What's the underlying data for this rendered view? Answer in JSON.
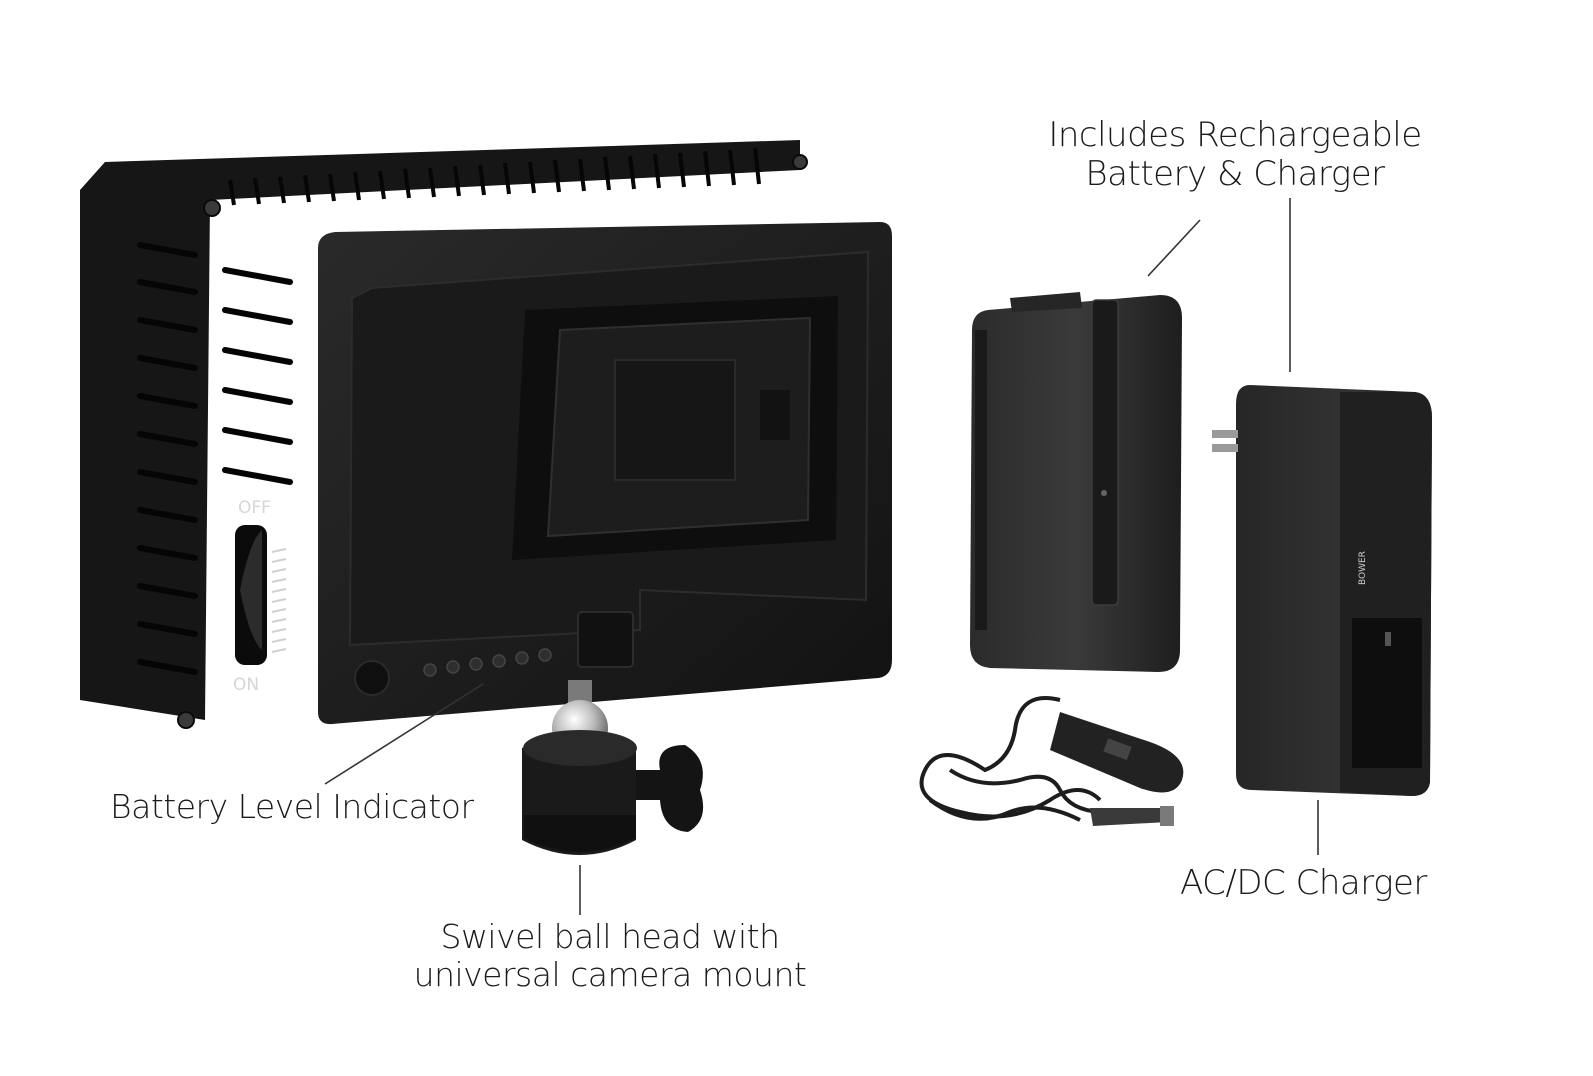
{
  "labels": {
    "includes_line1": "Includes Rechargeable",
    "includes_line2": "Battery & Charger",
    "battery_level_indicator": "Battery Level Indicator",
    "swivel_line1": "Swivel ball head with",
    "swivel_line2": "universal camera mount",
    "acdc_charger": "AC/DC Charger"
  },
  "device": {
    "switch_off_label": "OFF",
    "switch_on_label": "ON",
    "charger_brand": "BOWER"
  },
  "colors": {
    "background": "#ffffff",
    "device_body": "#1c1c1c",
    "callout_line": "#333333",
    "label_text": "#1b1b1b"
  }
}
